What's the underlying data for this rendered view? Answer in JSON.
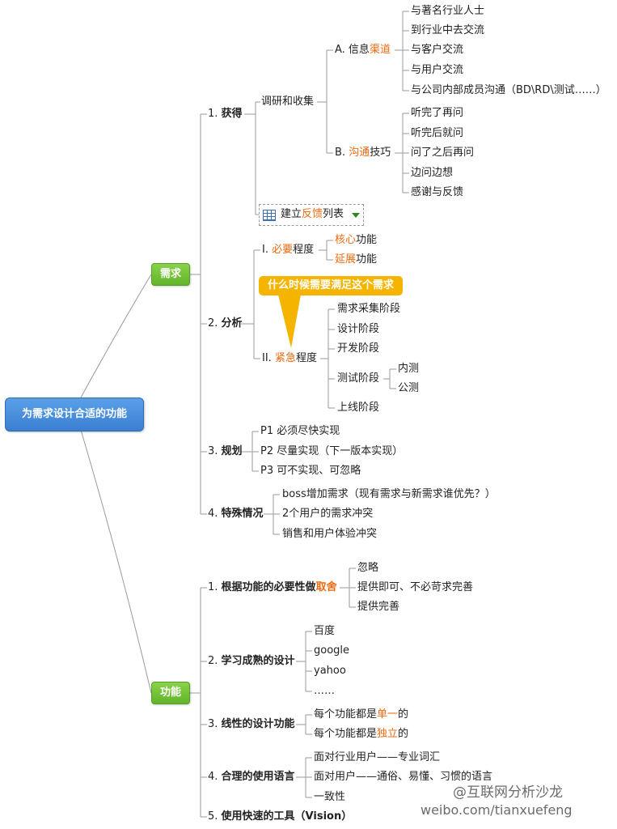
{
  "root": "为需求设计合适的功能",
  "categories": {
    "req": "需求",
    "func": "功能"
  },
  "req": {
    "n1": {
      "num": "1.",
      "label": "获得"
    },
    "research": "调研和收集",
    "a": {
      "prefix": "A. 信息",
      "hl": "渠道"
    },
    "a_items": [
      "与著名行业人士",
      "到行业中去交流",
      "与客户交流",
      "与用户交流",
      "与公司内部成员沟通（BD\\RD\\测试……）"
    ],
    "b": {
      "prefix": "B. ",
      "hl": "沟通",
      "suffix": "技巧"
    },
    "b_items": [
      "听完了再问",
      "听完后就问",
      "问了之后再问",
      "边问边想",
      "感谢与反馈"
    ],
    "feedback": {
      "pre": "建立",
      "hl": "反馈",
      "post": "列表"
    },
    "n2": {
      "num": "2.",
      "label": "分析"
    },
    "i": {
      "prefix": "I. ",
      "hl": "必要",
      "suffix": "程度"
    },
    "i_items": [
      {
        "hl": "核心",
        "post": "功能"
      },
      {
        "hl": "延展",
        "post": "功能"
      }
    ],
    "callout": "什么时候需要满足这个需求",
    "ii": {
      "prefix": "II. ",
      "hl": "紧急",
      "suffix": "程度"
    },
    "ii_items": [
      "需求采集阶段",
      "设计阶段",
      "开发阶段",
      "测试阶段",
      "上线阶段"
    ],
    "test_items": [
      "内测",
      "公测"
    ],
    "n3": {
      "num": "3.",
      "label": "规划"
    },
    "plan": [
      "P1   必须尽快实现",
      "P2   尽量实现（下一版本实现）",
      "P3   可不实现、可忽略"
    ],
    "n4": {
      "num": "4.",
      "label": "特殊情况"
    },
    "special": [
      "boss增加需求（现有需求与新需求谁优先？）",
      "2个用户的需求冲突",
      "销售和用户体验冲突"
    ]
  },
  "func": {
    "f1": {
      "num": "1.",
      "pre": "根据功能的必要性做",
      "hl": "取舍"
    },
    "f1_items": [
      "忽略",
      "提供即可、不必苛求完善",
      "提供完善"
    ],
    "f2": {
      "num": "2.",
      "label": "学习成熟的设计"
    },
    "f2_items": [
      "百度",
      "google",
      "yahoo",
      "……"
    ],
    "f3": {
      "num": "3.",
      "label": "线性的设计功能"
    },
    "f3_items": [
      {
        "pre": "每个功能都是",
        "hl": "单一",
        "post": "的"
      },
      {
        "pre": "每个功能都是",
        "hl": "独立",
        "post": "的"
      }
    ],
    "f4": {
      "num": "4.",
      "label": "合理的使用语言"
    },
    "f4_items": [
      "面对行业用户——专业词汇",
      "面对用户——通俗、易懂、习惯的语言",
      "一致性"
    ],
    "f5": {
      "num": "5.",
      "label": "使用快速的工具（Vision）"
    }
  },
  "watermark": {
    "line1": "@互联网分析沙龙",
    "line2": "weibo.com/tianxuefeng"
  },
  "colors": {
    "root": "#3a7fd0",
    "category": "#62b42a",
    "highlight": "#f06a0f",
    "callout": "#f5b400"
  }
}
